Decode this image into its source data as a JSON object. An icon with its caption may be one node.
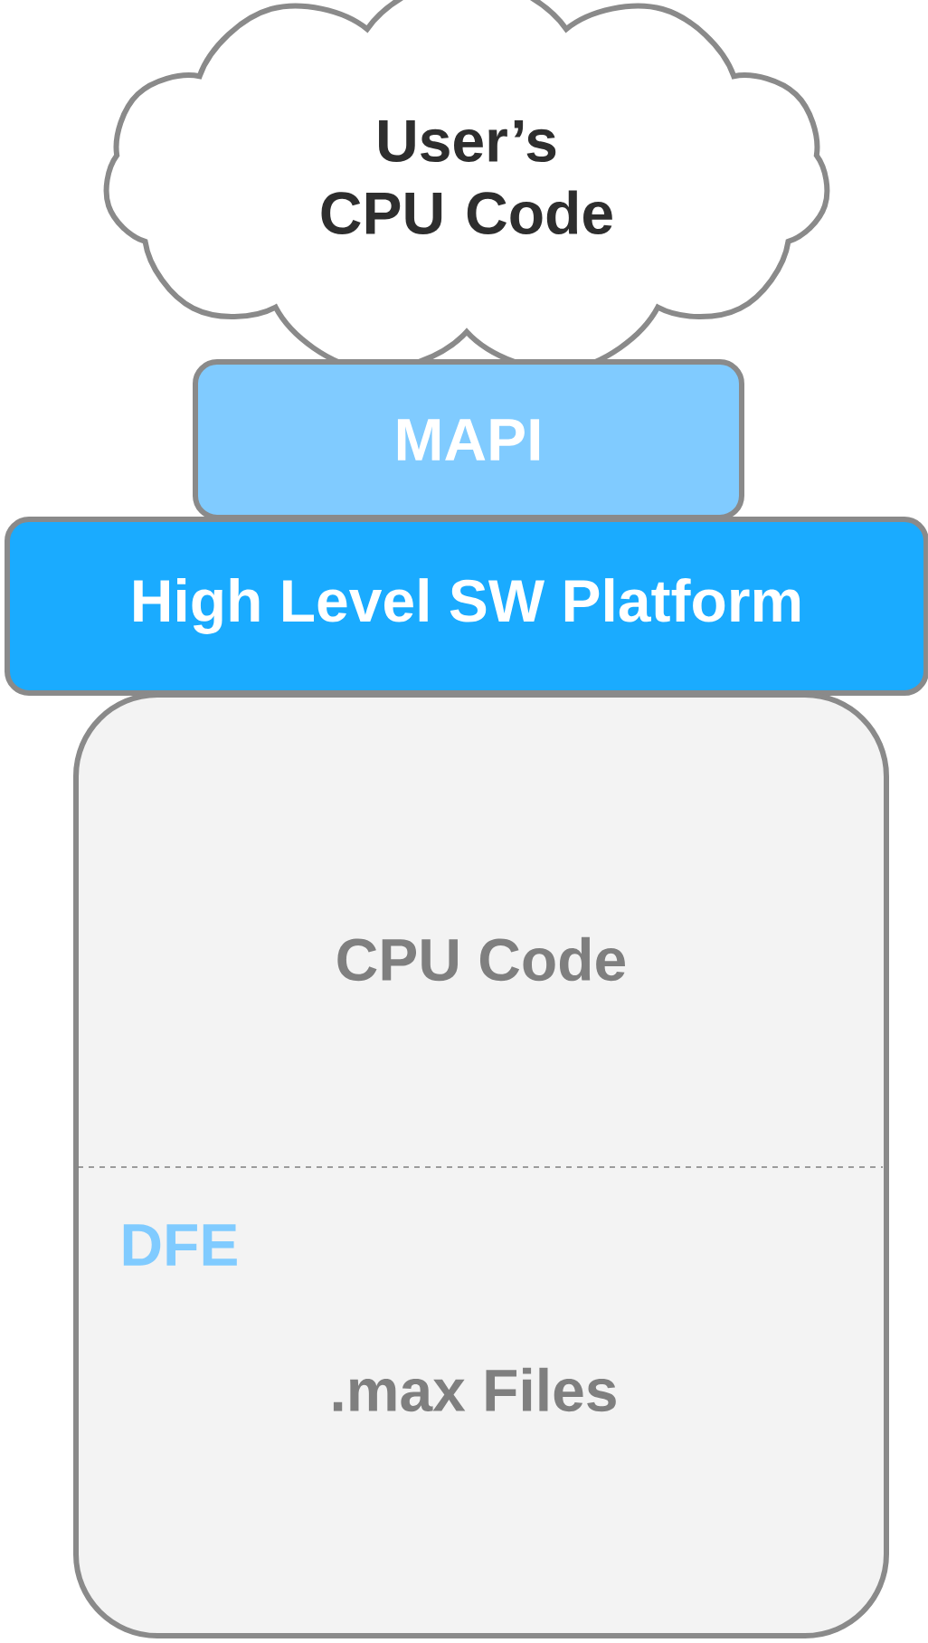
{
  "diagram": {
    "nodes": [
      {
        "text": [
          "User’s CPU Code"
        ]
      },
      {
        "text": [
          "MAPI"
        ]
      },
      {
        "text": [
          "High Level SW Platform"
        ]
      },
      {
        "text": [
          "CPU Code",
          "DFE",
          ".max Files"
        ]
      }
    ]
  }
}
